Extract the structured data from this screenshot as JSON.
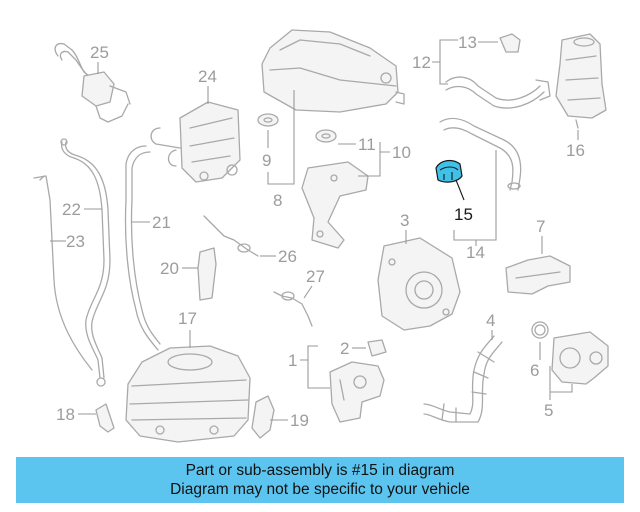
{
  "callouts": {
    "c1": "1",
    "c2": "2",
    "c3": "3",
    "c4": "4",
    "c5": "5",
    "c6": "6",
    "c7": "7",
    "c8": "8",
    "c9": "9",
    "c10": "10",
    "c11": "11",
    "c12": "12",
    "c13": "13",
    "c14": "14",
    "c15": "15",
    "c16": "16",
    "c17": "17",
    "c18": "18",
    "c19": "19",
    "c20": "20",
    "c21": "21",
    "c22": "22",
    "c23": "23",
    "c24": "24",
    "c25": "25",
    "c26": "26",
    "c27": "27"
  },
  "highlight": {
    "part_number": "15",
    "color": "#3fc1e8"
  },
  "banner": {
    "line1": "Part or sub-assembly is #15 in diagram",
    "line2": "Diagram may not be specific to your vehicle",
    "background": "#5cc5ef"
  }
}
